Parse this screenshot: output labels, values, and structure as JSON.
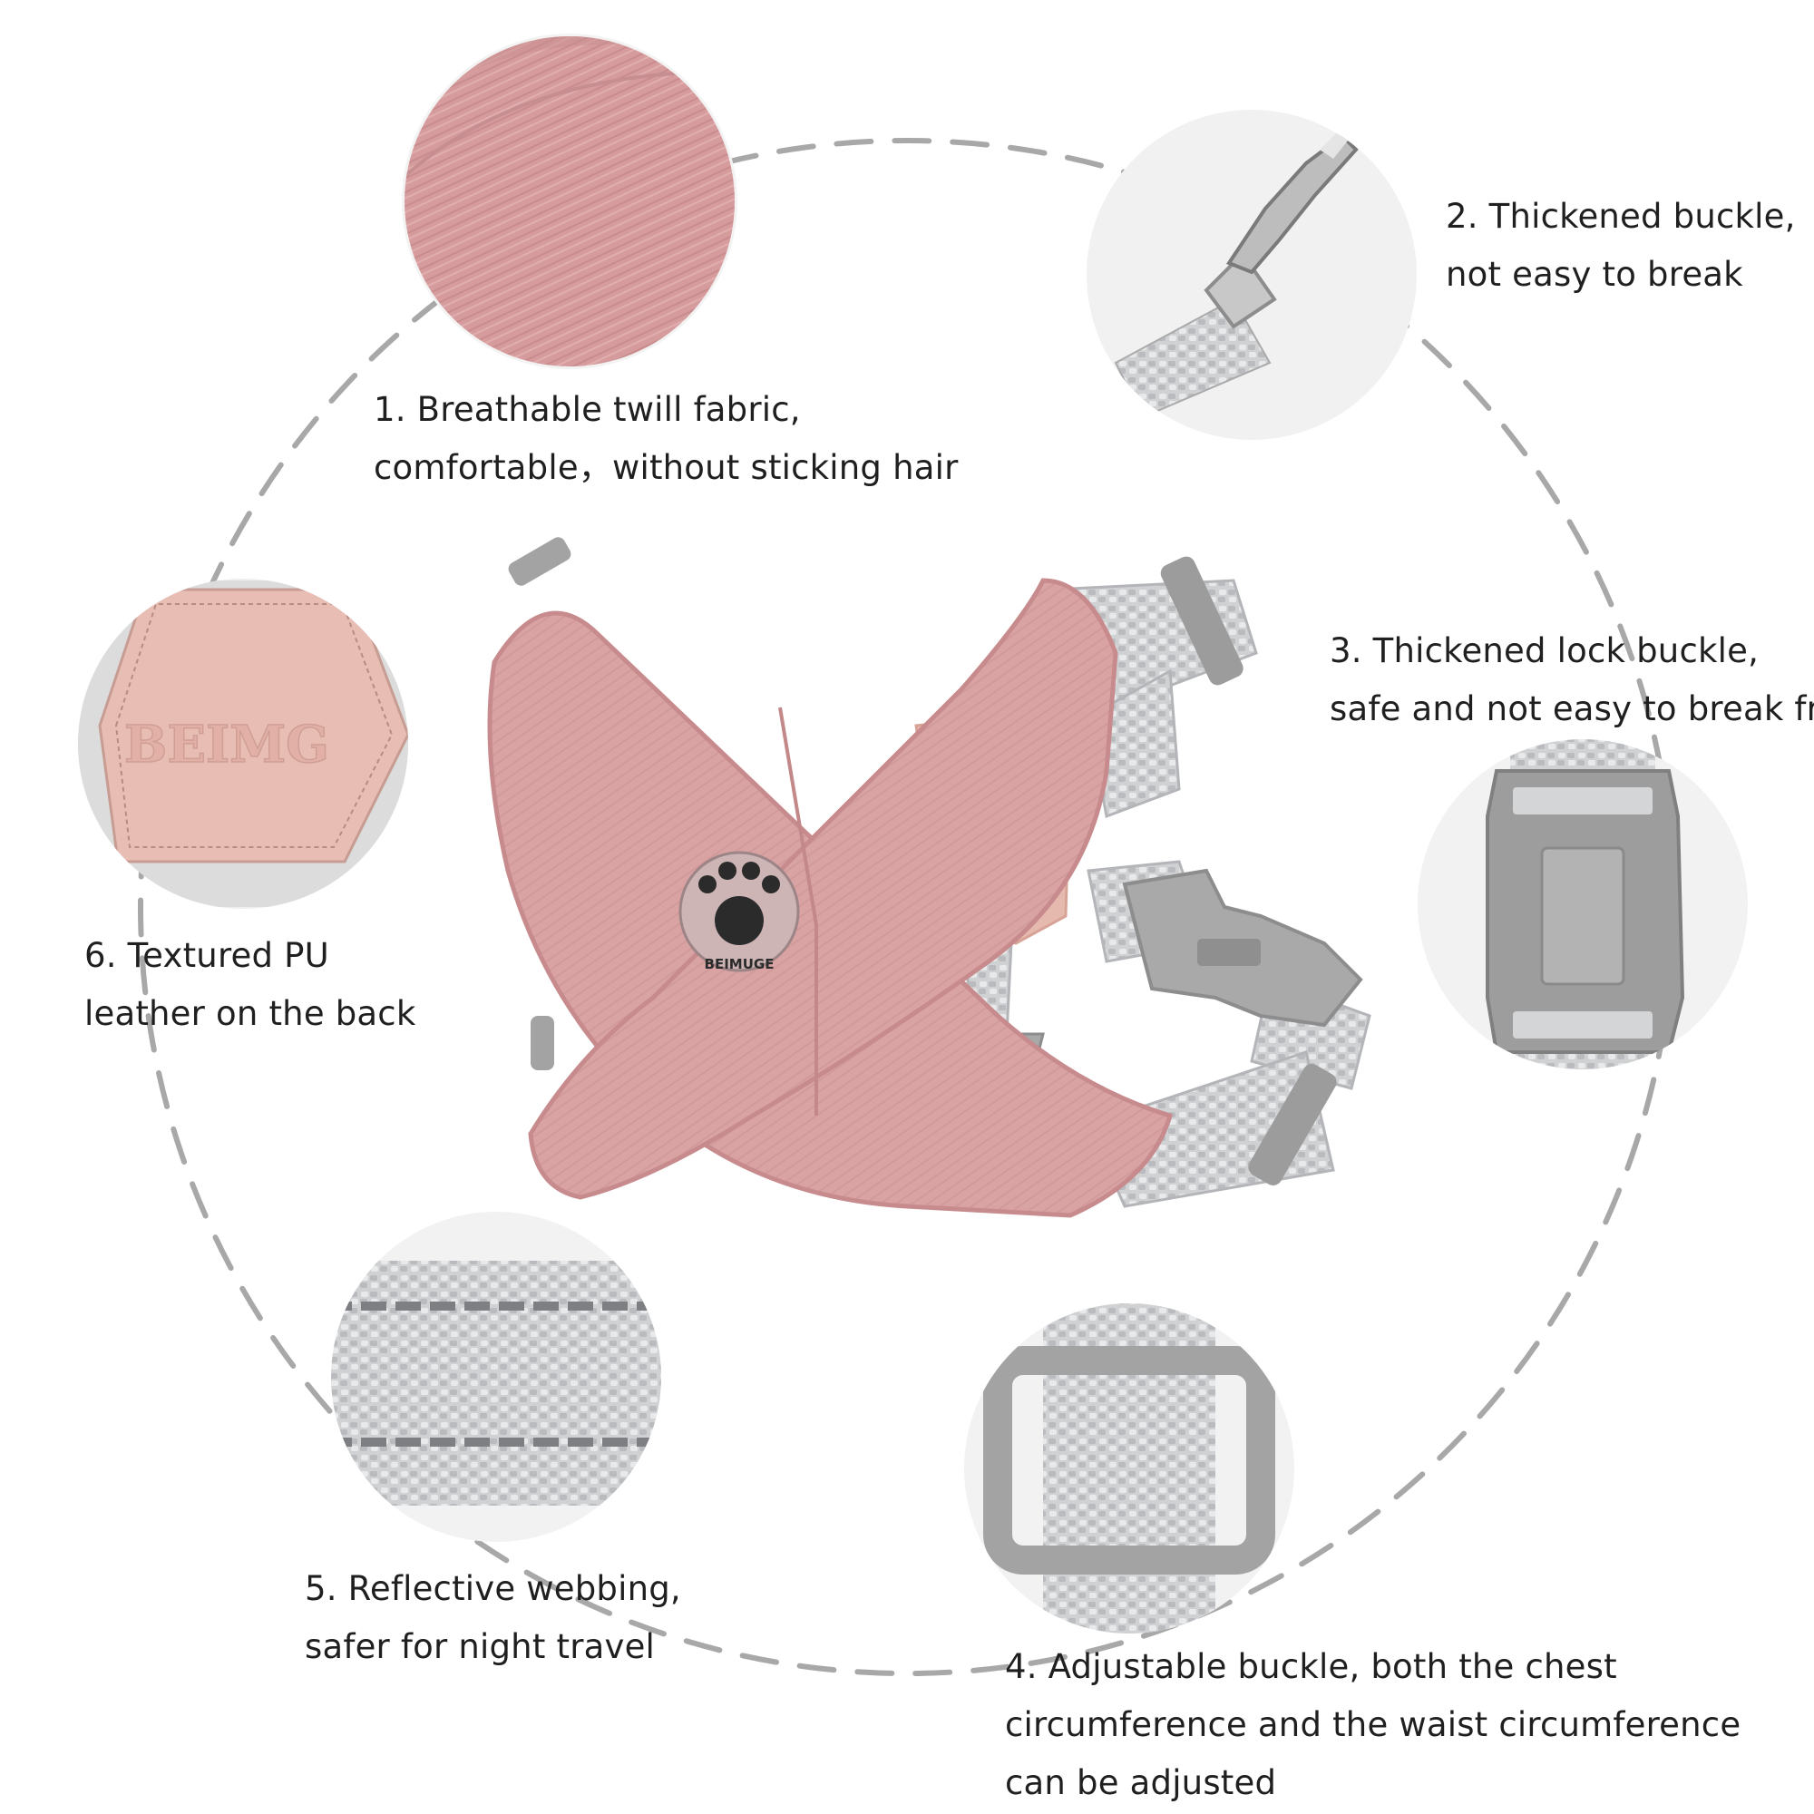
{
  "features": [
    {
      "lines": [
        "1. Breathable twill fabric,",
        "comfortable，without sticking hair"
      ],
      "image": "pink-twill-fabric-closeup"
    },
    {
      "lines": [
        "2. Thickened buckle,",
        "not easy to break"
      ],
      "image": "metal-leash-clip-closeup"
    },
    {
      "lines": [
        "3. Thickened lock buckle,",
        "safe and not easy to break free"
      ],
      "image": "grey-side-release-buckle-closeup"
    },
    {
      "lines": [
        "4. Adjustable buckle, both the chest",
        "circumference and the waist circumference",
        "can be adjusted"
      ],
      "image": "grey-slide-adjuster-closeup"
    },
    {
      "lines": [
        "5. Reflective webbing,",
        "safer for night travel"
      ],
      "image": "reflective-webbing-closeup"
    },
    {
      "lines": [
        "6. Textured PU",
        "leather on the back"
      ],
      "image": "pu-leather-patch-closeup"
    }
  ],
  "product": {
    "leather_patch_text": "BEIMG",
    "badge_text": "BEIMUGE"
  },
  "colors": {
    "fabric_pink": "#d9a3a3",
    "webbing_grey": "#c9cacc",
    "buckle_grey": "#9a9a9a",
    "dash_grey": "#a8a8a8",
    "leather_pink": "#e8bdb3"
  }
}
